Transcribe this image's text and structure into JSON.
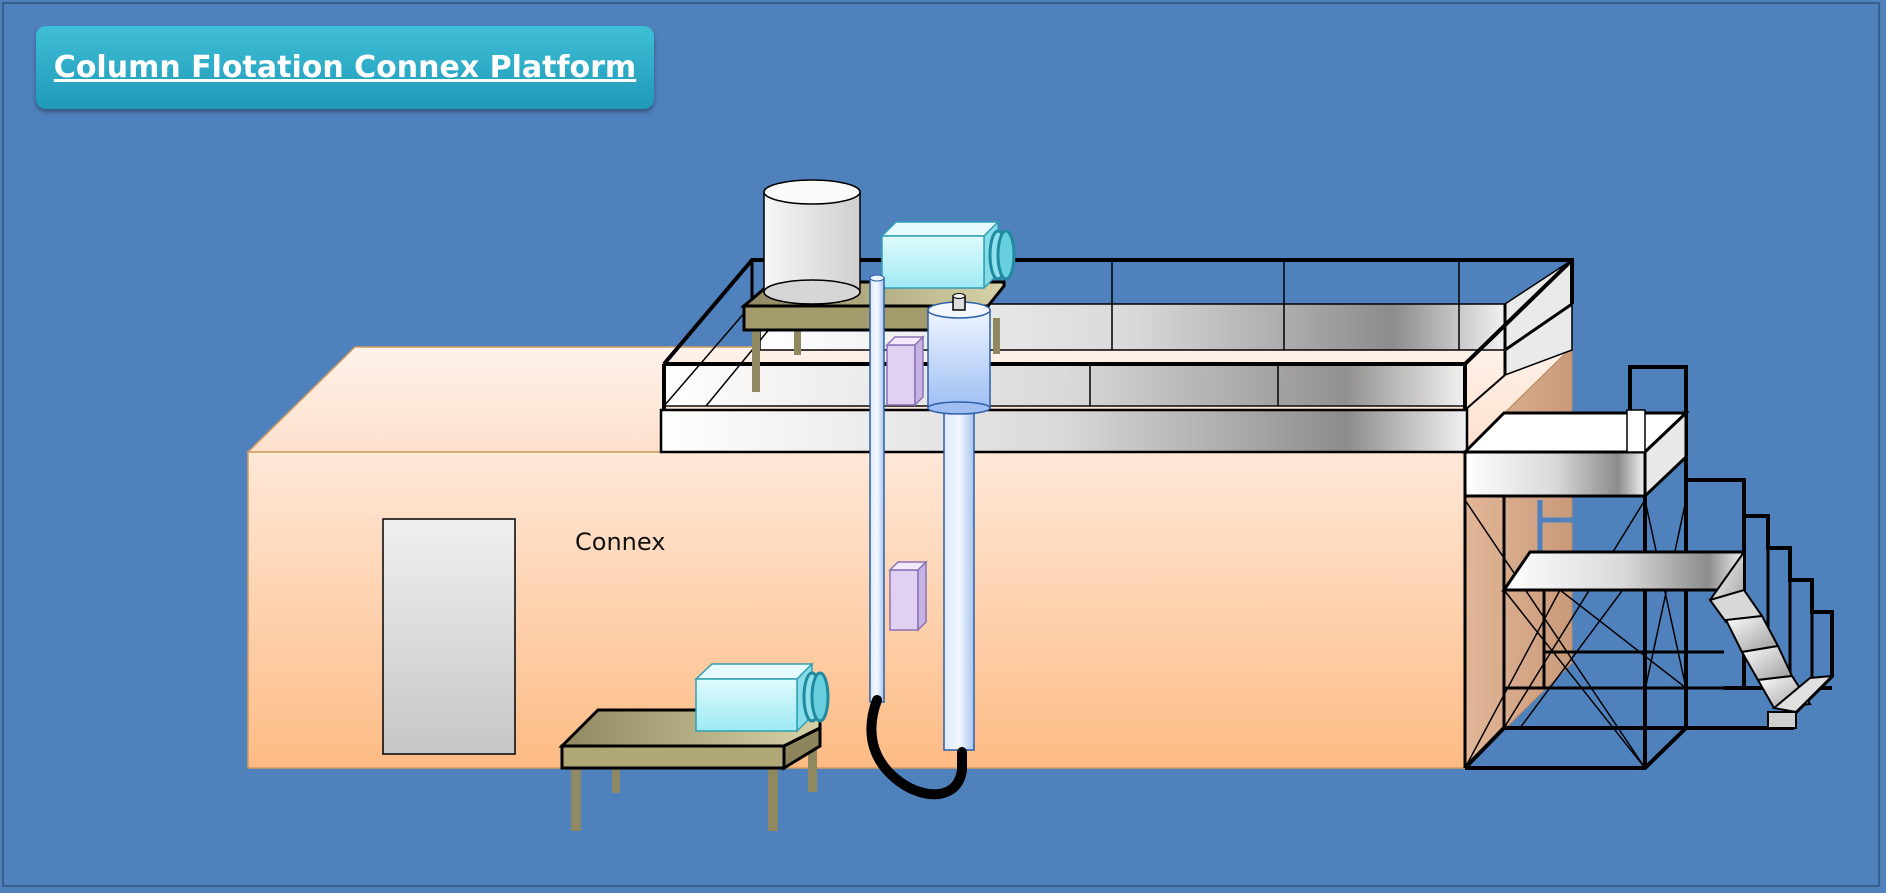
{
  "title": "Column Flotation Connex Platform",
  "labels": {
    "container": "Connex"
  },
  "colors": {
    "background": "#4f81bd",
    "title_fill": "#2fb0cc",
    "title_text": "#ffffff",
    "connex_fill": "#fcd5b4",
    "connex_fill_dark": "#fbbf8e",
    "railing": "#000000",
    "column_fill": "#c6d9f1",
    "blower_fill": "#b7f0f7",
    "blower_fan": "#31a0b6",
    "table_top": "#a89f6d",
    "tank_fill": "#e6e6e6",
    "small_box": "#d9c7ec"
  },
  "components": [
    {
      "id": "connex-container",
      "icon": "shipping-container"
    },
    {
      "id": "door",
      "icon": "door"
    },
    {
      "id": "top-platform",
      "icon": "railing-platform"
    },
    {
      "id": "water-tank",
      "icon": "cylinder-tank"
    },
    {
      "id": "top-blower",
      "icon": "blower"
    },
    {
      "id": "ground-blower",
      "icon": "blower"
    },
    {
      "id": "flotation-column",
      "icon": "column"
    },
    {
      "id": "thin-pipe",
      "icon": "pipe"
    },
    {
      "id": "hose",
      "icon": "hose"
    },
    {
      "id": "stairs",
      "icon": "stairs"
    },
    {
      "id": "ladder",
      "icon": "ladder"
    },
    {
      "id": "scaffold-tower",
      "icon": "scaffold"
    }
  ]
}
